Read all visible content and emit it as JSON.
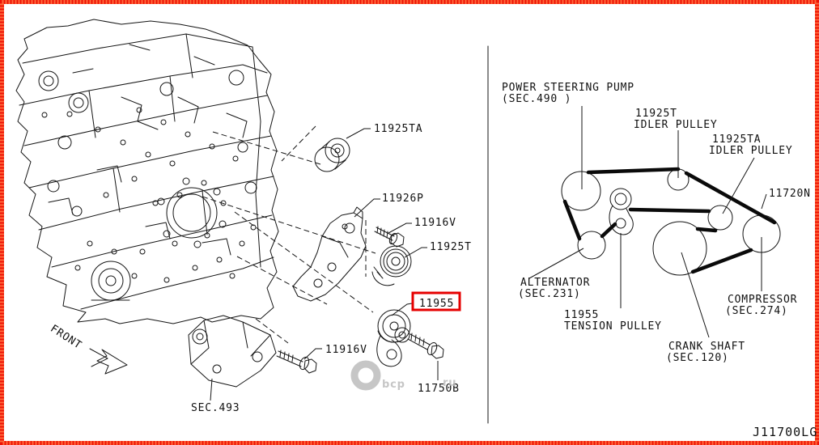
{
  "page": {
    "background": "#ffffff",
    "border_color": "#ee1205",
    "figure_code": "J11700LG"
  },
  "watermark": {
    "main": "bcp",
    "suffix": "ru",
    "color": "#bdbdbd"
  },
  "left_diagram": {
    "front_label": "FRONT",
    "highlight_color": "#e60000",
    "callouts": {
      "idler_ta": "11925TA",
      "bracket": "11926P",
      "bolt_upper": "11916V",
      "idler_t": "11925T",
      "tensioner": "11955",
      "bolt_lower": "11916V",
      "bolt_tensioner": "11750B",
      "bracket_sec": "SEC.493"
    }
  },
  "right_diagram": {
    "power_steering": {
      "line1": "POWER STEERING PUMP",
      "line2": "(SEC.490 )"
    },
    "idler_t": {
      "line1": "11925T",
      "line2": "IDLER PULLEY"
    },
    "idler_ta": {
      "line1": "11925TA",
      "line2": "IDLER PULLEY"
    },
    "belt": {
      "line1": "11720N"
    },
    "alternator": {
      "line1": "ALTERNATOR",
      "line2": "(SEC.231)"
    },
    "tension": {
      "line1": "11955",
      "line2": "TENSION PULLEY"
    },
    "compressor": {
      "line1": "COMPRESSOR",
      "line2": "(SEC.274)"
    },
    "crank": {
      "line1": "CRANK SHAFT",
      "line2": "(SEC.120)"
    }
  }
}
